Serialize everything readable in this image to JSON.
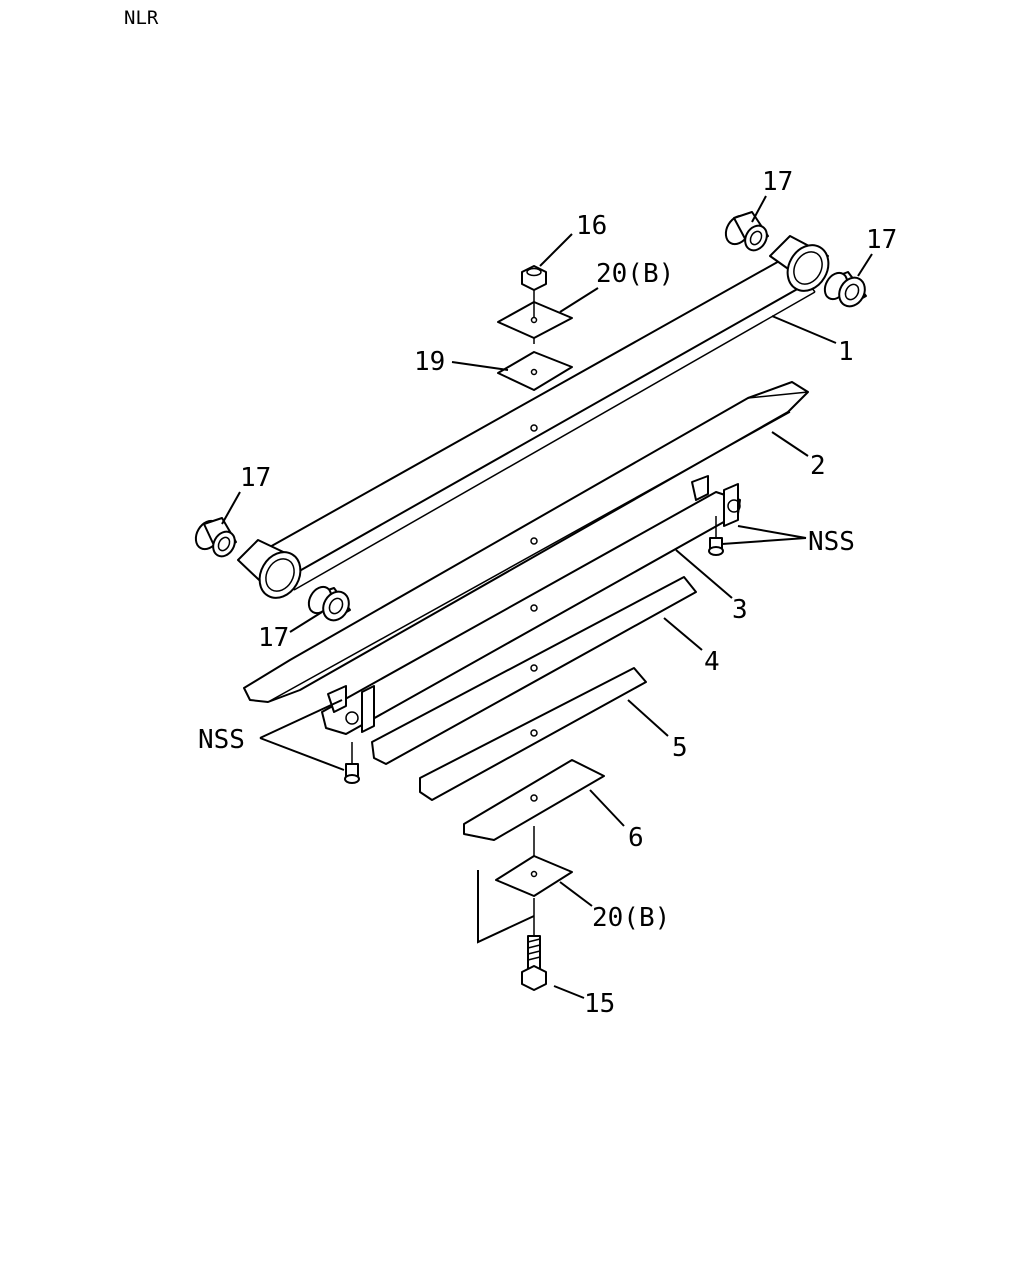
{
  "header": {
    "model_code": "NLR"
  },
  "callouts": {
    "c1": "1",
    "c2": "2",
    "c3": "3",
    "c4": "4",
    "c5": "5",
    "c6": "6",
    "c15": "15",
    "c16": "16",
    "c17_top": "17",
    "c17_right": "17",
    "c17_left": "17",
    "c17_bottom": "17",
    "c19": "19",
    "c20_top": "20(B)",
    "c20_bottom": "20(B)",
    "nss_right": "NSS",
    "nss_left": "NSS"
  }
}
